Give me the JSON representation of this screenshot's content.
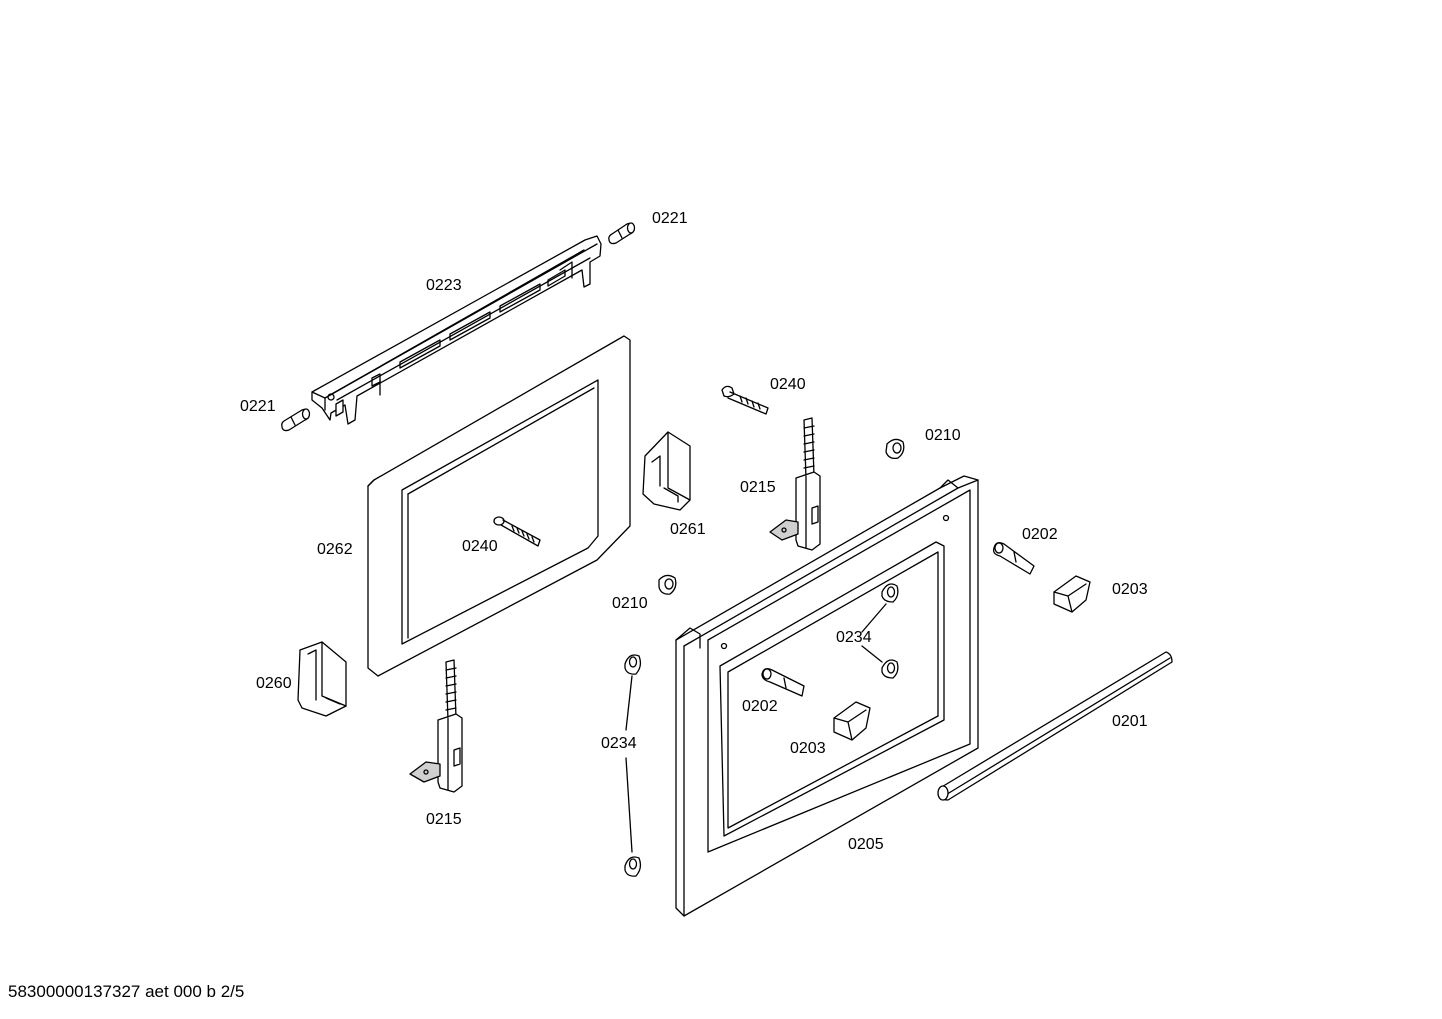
{
  "labels": {
    "p0221_top": "0221",
    "p0223": "0223",
    "p0221_left": "0221",
    "p0240_top": "0240",
    "p0210_top": "0210",
    "p0215_right": "0215",
    "p0261": "0261",
    "p0262": "0262",
    "p0240_mid": "0240",
    "p0202_right": "0202",
    "p0210_mid": "0210",
    "p0203_right": "0203",
    "p0234_inner": "0234",
    "p0260": "0260",
    "p0202_inner": "0202",
    "p0201": "0201",
    "p0234_left": "0234",
    "p0203_inner": "0203",
    "p0215_bottom": "0215",
    "p0205": "0205"
  },
  "footer": "58300000137327 aet 000 b 2/5",
  "colors": {
    "line": "#000000",
    "fill": "#ffffff",
    "shade": "#cfcfcf"
  }
}
